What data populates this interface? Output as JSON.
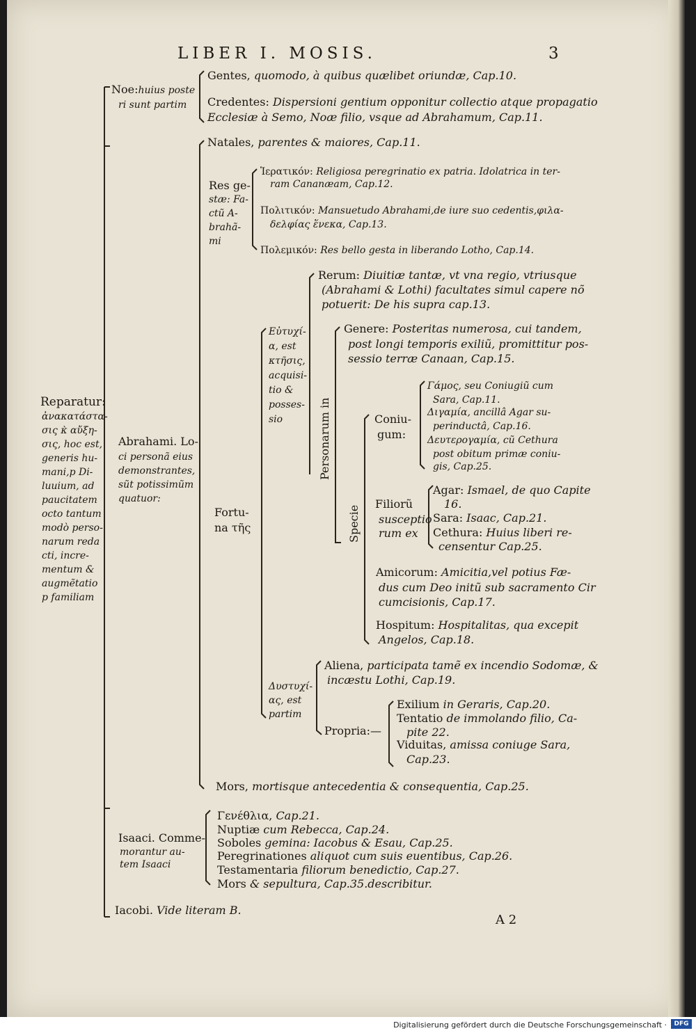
{
  "header": {
    "title": "LIBER I. MOSIS.",
    "page_number": "3"
  },
  "root": {
    "title": "Reparatur:",
    "lines": [
      "ἀνακατάστα-",
      "σις κ̀ αὔξη-",
      "σις, hoc est,",
      "generis hu-",
      "mani,p Di-",
      "luuium, ad",
      "paucitatem",
      "octo tantum",
      "modò perso-",
      "narum reda",
      "cti, incre-",
      "mentum &",
      "augmẽtatio",
      "p familiam"
    ]
  },
  "noe": {
    "label": "Noe:",
    "label_rest": "huius poste",
    "label_line2": "ri sunt partim",
    "gentes_label": "Gentes,",
    "gentes_text": "quomodo, à quibus quælibet oriundæ, Cap.10.",
    "credentes_label": "Credentes:",
    "credentes_text1": "Dispersioni gentium opponitur collectio atque propagatio",
    "credentes_text2": "Ecclesiæ à Semo, Noæ filio, vsque ad Abrahamum, Cap.11."
  },
  "abrahami": {
    "label_lines": [
      "Abrahami. Lo-",
      "ci personã eius",
      "demonstrantes,",
      "sũt potissimũm",
      "quatuor:"
    ],
    "natales_label": "Natales,",
    "natales_text": "parentes & maiores, Cap.11.",
    "res_gestae_lines": [
      "Res ge-",
      "stæ: Fa-",
      "ctũ A-",
      "brahã-",
      "mi"
    ],
    "hieratikon_label": "Ἱερατικόν:",
    "hieratikon_text1": "Religiosa peregrinatio ex patria. Idolatrica in ter-",
    "hieratikon_text2": "ram Cananæam, Cap.12.",
    "politikon_label": "Πολιτικόν:",
    "politikon_text1": "Mansuetudo Abrahami,de iure suo cedentis,φιλα-",
    "politikon_text2": "δελφίας ἕνεκα, Cap.13.",
    "polemikon_label": "Πολεμικόν:",
    "polemikon_text": "Res bello gesta in liberando Lotho, Cap.14.",
    "fortuna_label": "Fortu-",
    "fortuna_label2": "na τῆς",
    "eutychia_lines": [
      "Εὐτυχί-",
      "α, est",
      "κτῆσις,",
      "acquisi-",
      "tio &",
      "posses-",
      "sio"
    ],
    "rerum_label": "Rerum:",
    "rerum_text1": "Diuitiæ tantæ, vt vna regio, vtriusque",
    "rerum_text2": "(Abrahami & Lothi) facultates simul capere nõ",
    "rerum_text3": "potuerit: De his supra cap.13.",
    "personarum_label": "Personarum in",
    "genere_label": "Genere:",
    "genere_text1": "Posteritas numerosa, cui tandem,",
    "genere_text2": "post longi temporis exiliũ, promittitur pos-",
    "genere_text3": "sessio terræ Canaan, Cap.15.",
    "specie_label": "Specie",
    "coniugum_label": "Coniu-",
    "coniugum_label2": "gum:",
    "gamos_text1": "Γάμος, seu Coniugiũ cum",
    "gamos_text2": "Sara, Cap.11.",
    "digamia_text1": "Διγαμία, ancillâ Agar su-",
    "digamia_text2": "perinductâ, Cap.16.",
    "deuterogamia_text1": "Δευτερογαμία, cũ Cethura",
    "deuterogamia_text2": "post obitum primæ coniu-",
    "deuterogamia_text3": "gis, Cap.25.",
    "filiorum_lines": [
      "Filiorũ",
      "susceptio",
      "rum ex"
    ],
    "agar_label": "Agar:",
    "agar_text1": "Ismael, de quo Capite",
    "agar_text2": "16.",
    "sara_label": "Sara:",
    "sara_text": "Isaac, Cap.21.",
    "cethura_label": "Cethura:",
    "cethura_text1": "Huius liberi re-",
    "cethura_text2": "censentur Cap.25.",
    "amicorum_label": "Amicorum:",
    "amicorum_text1": "Amicitia,vel potius Fæ-",
    "amicorum_text2": "dus cum Deo initũ sub sacramento Cir",
    "amicorum_text3": "cumcisionis, Cap.17.",
    "hospitum_label": "Hospitum:",
    "hospitum_text1": "Hospitalitas, qua excepit",
    "hospitum_text2": "Angelos, Cap.18.",
    "dystychia_lines": [
      "Δυστυχί-",
      "ας, est",
      "partim"
    ],
    "aliena_label": "Aliena,",
    "aliena_text1": "participata tamẽ ex incendio Sodomæ, &",
    "aliena_text2": "incæstu Lothi, Cap.19.",
    "propria_label": "Propria:",
    "exilium_label": "Exilium",
    "exilium_text": "in Geraris, Cap.20.",
    "tentatio_label": "Tentatio",
    "tentatio_text1": "de immolando filio, Ca-",
    "tentatio_text2": "pite 22.",
    "viduitas_label": "Viduitas,",
    "viduitas_text1": "amissa coniuge Sara,",
    "viduitas_text2": "Cap.23.",
    "mors_label": "Mors,",
    "mors_text": "mortisque antecedentia & consequentia, Cap.25."
  },
  "isaaci": {
    "label_lines": [
      "Isaaci. Comme-",
      "morantur au-",
      "tem Isaaci"
    ],
    "items": [
      {
        "label": "Γενέθλια,",
        "text": "Cap.21."
      },
      {
        "label": "Nuptiæ",
        "text": "cum Rebecca, Cap.24."
      },
      {
        "label": "Soboles",
        "text": "gemina: Iacobus & Esau, Cap.25."
      },
      {
        "label": "Peregrinationes",
        "text": "aliquot cum suis euentibus, Cap.26."
      },
      {
        "label": "Testamentaria",
        "text": "filiorum benedictio, Cap.27."
      },
      {
        "label": "Mors",
        "text": "& sepultura, Cap.35.describitur."
      }
    ]
  },
  "iacobi": {
    "label": "Iacobi.",
    "text": "Vide literam B."
  },
  "signature": "A 2",
  "footer": {
    "text": "Digitalisierung gefördert durch die Deutsche Forschungsgemeinschaft ·",
    "logo": "DFG"
  }
}
